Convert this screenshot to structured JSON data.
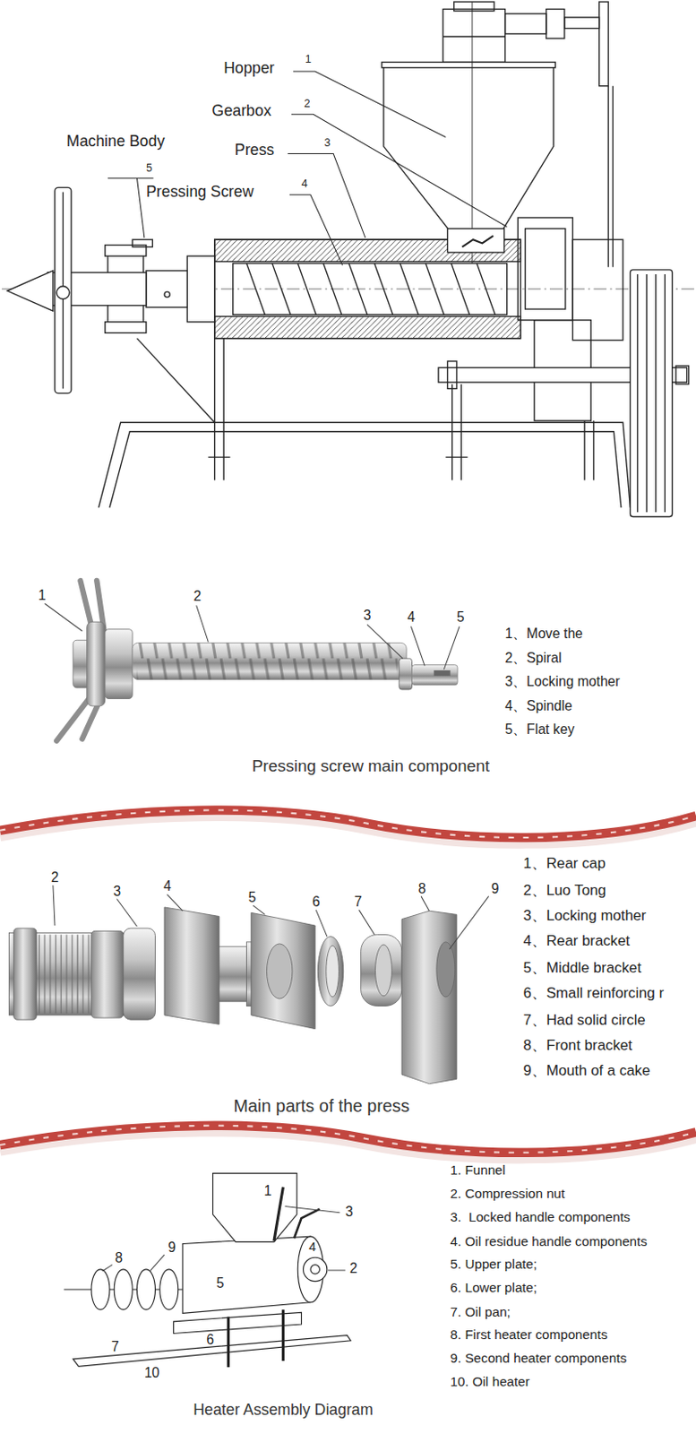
{
  "diagram": {
    "labels": [
      "Hopper",
      "1",
      "Gearbox",
      "2",
      "Machine Body",
      "5",
      "Press",
      "3",
      "Pressing Screw",
      "4",
      "1",
      "2",
      "3",
      "4",
      "5",
      "1、Move the",
      "2、Spiral",
      "3、Locking mother",
      "4、Spindle",
      "5、Flat key",
      "Pressing screw main component",
      "2",
      "3",
      "4",
      "5",
      "6",
      "7",
      "8",
      "9",
      "1、Rear cap",
      "2、Luo Tong",
      "3、Locking mother",
      "4、Rear bracket",
      "5、Middle bracket",
      "6、Small reinforcing r",
      "7、Had solid circle",
      "8、Front bracket",
      "9、Mouth of a cake",
      "Main parts of the press",
      "1",
      "3",
      "4",
      "2",
      "8",
      "9",
      "5",
      "6",
      "7",
      "10",
      "1. Funnel",
      "2. Compression nut",
      "3.  Locked handle components",
      "4. Oil residue handle components",
      "5. Upper plate;",
      "6. Lower plate;",
      "7. Oil pan;",
      "8. First heater components",
      "9. Second heater components",
      "10. Oil heater",
      "Heater Assembly Diagram"
    ]
  }
}
